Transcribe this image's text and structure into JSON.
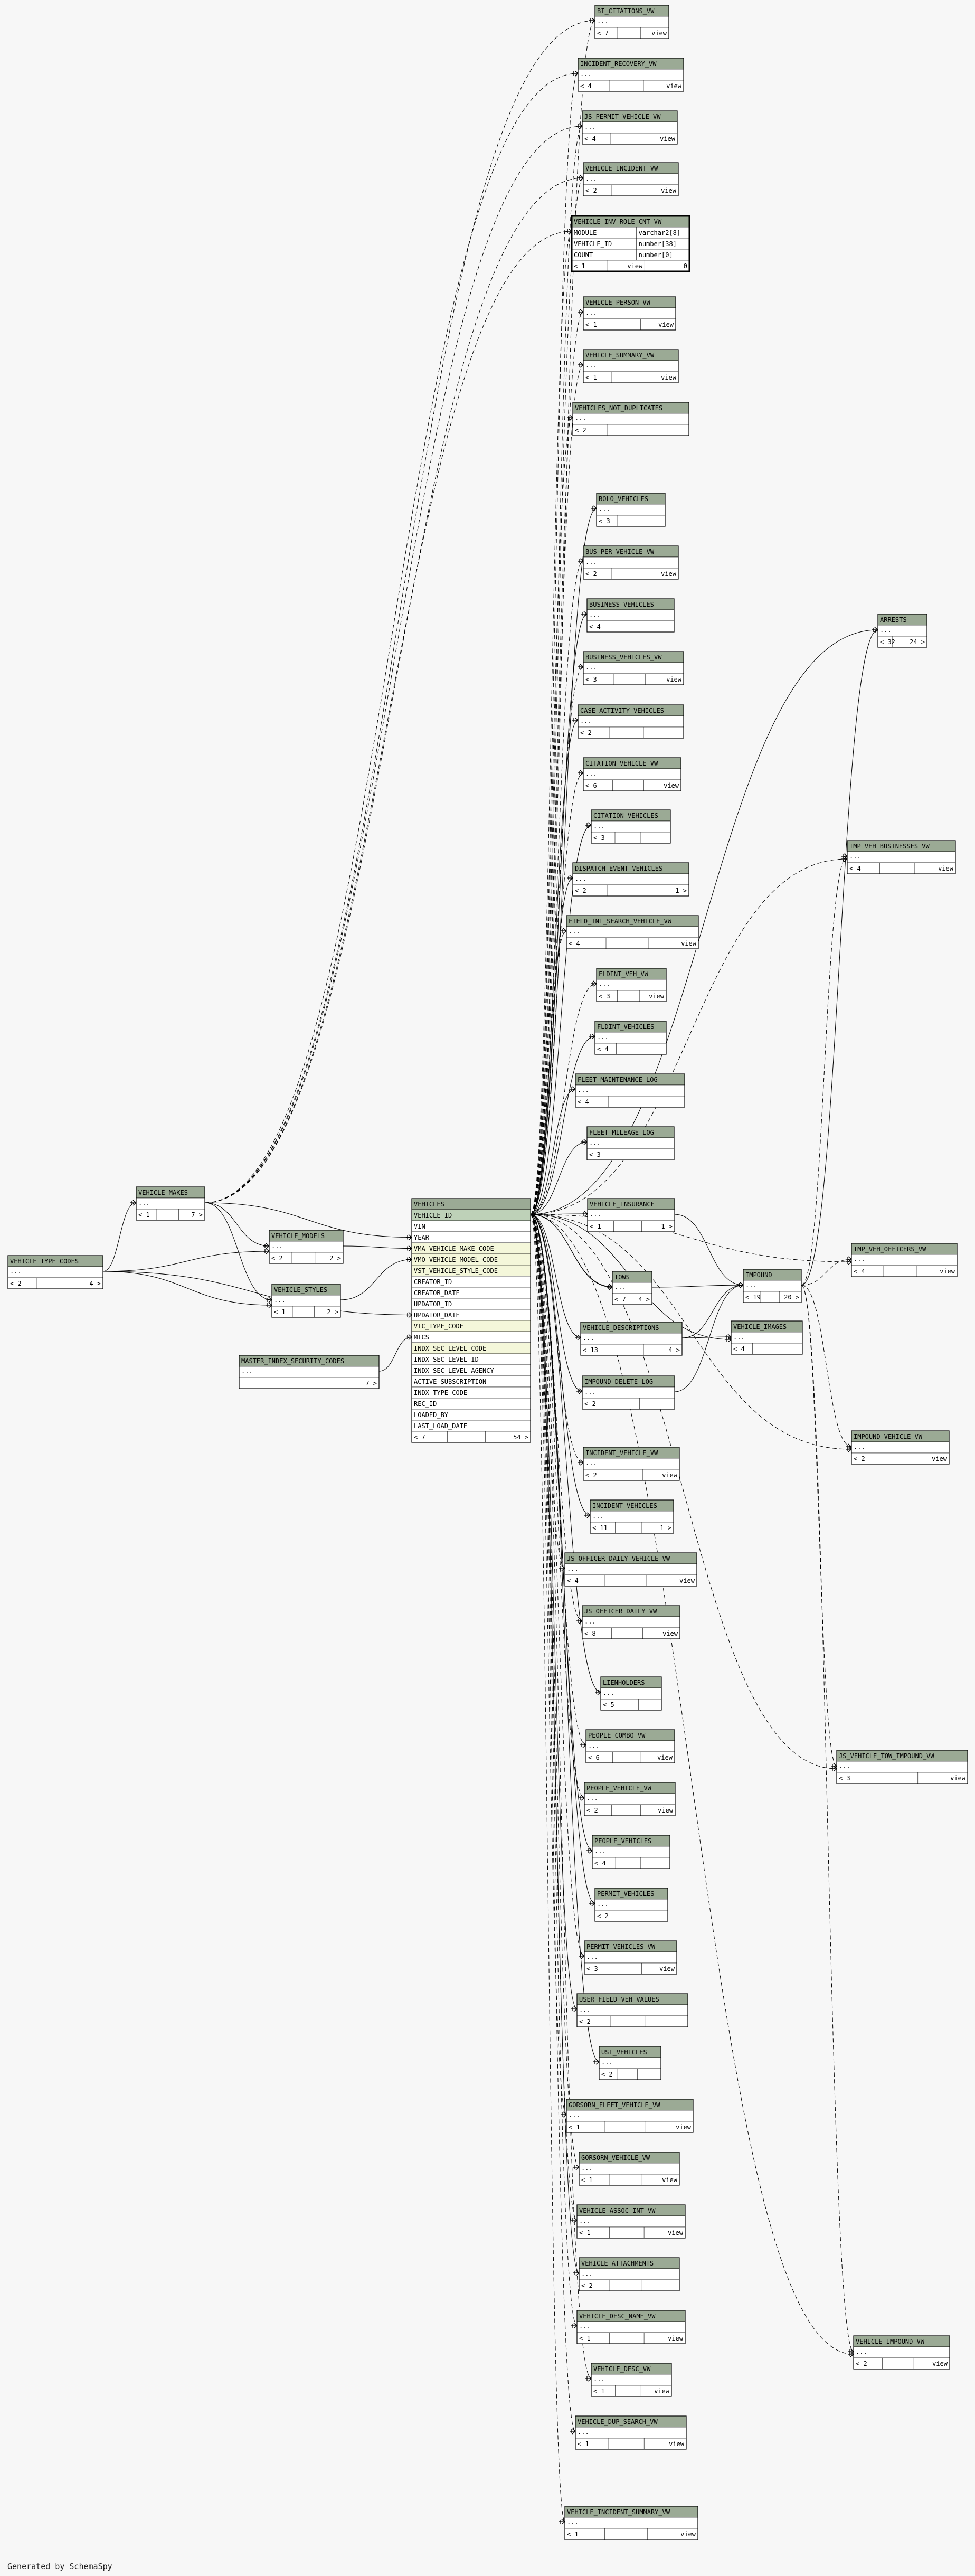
{
  "footer": "Generated by SchemaSpy",
  "colors": {
    "header_bg": "#9baa95",
    "key_row_bg": "#bed1b8",
    "fk_row_bg": "#f4f7da",
    "border": "#000000",
    "edge": "#000000",
    "background": "#f7f7f7"
  },
  "tables": {
    "BI_CITATIONS_VW": {
      "name": "BI_CITATIONS_VW",
      "rows": [
        "..."
      ],
      "footer": [
        "< 7",
        "",
        "view"
      ]
    },
    "INCIDENT_RECOVERY_VW": {
      "name": "INCIDENT_RECOVERY_VW",
      "rows": [
        "..."
      ],
      "footer": [
        "< 4",
        "",
        "view"
      ]
    },
    "JS_PERMIT_VEHICLE_VW": {
      "name": "JS_PERMIT_VEHICLE_VW",
      "rows": [
        "..."
      ],
      "footer": [
        "< 4",
        "",
        "view"
      ]
    },
    "VEHICLE_INCIDENT_VW": {
      "name": "VEHICLE_INCIDENT_VW",
      "rows": [
        "..."
      ],
      "footer": [
        "< 2",
        "",
        "view"
      ]
    },
    "VEHICLE_INV_ROLE_CNT_VW": {
      "name": "VEHICLE_INV_ROLE_CNT_VW",
      "cols": [
        [
          "MODULE",
          "varchar2[8]"
        ],
        [
          "VEHICLE_ID",
          "number[38]"
        ],
        [
          "COUNT",
          "number[0]"
        ]
      ],
      "footer": [
        "< 1",
        "view",
        "0"
      ]
    },
    "VEHICLE_PERSON_VW": {
      "name": "VEHICLE_PERSON_VW",
      "rows": [
        "..."
      ],
      "footer": [
        "< 1",
        "",
        "view"
      ]
    },
    "VEHICLE_SUMMARY_VW": {
      "name": "VEHICLE_SUMMARY_VW",
      "rows": [
        "..."
      ],
      "footer": [
        "< 1",
        "",
        "view"
      ]
    },
    "VEHICLES_NOT_DUPLICATES": {
      "name": "VEHICLES_NOT_DUPLICATES",
      "rows": [
        "..."
      ],
      "footer": [
        "< 2",
        "",
        ""
      ]
    },
    "BOLO_VEHICLES": {
      "name": "BOLO_VEHICLES",
      "rows": [
        "..."
      ],
      "footer": [
        "< 3",
        "",
        ""
      ]
    },
    "BUS_PER_VEHICLE_VW": {
      "name": "BUS_PER_VEHICLE_VW",
      "rows": [
        "..."
      ],
      "footer": [
        "< 2",
        "",
        "view"
      ]
    },
    "BUSINESS_VEHICLES": {
      "name": "BUSINESS_VEHICLES",
      "rows": [
        "..."
      ],
      "footer": [
        "< 4",
        "",
        ""
      ]
    },
    "BUSINESS_VEHICLES_VW": {
      "name": "BUSINESS_VEHICLES_VW",
      "rows": [
        "..."
      ],
      "footer": [
        "< 3",
        "",
        "view"
      ]
    },
    "CASE_ACTIVITY_VEHICLES": {
      "name": "CASE_ACTIVITY_VEHICLES",
      "rows": [
        "..."
      ],
      "footer": [
        "< 2",
        "",
        ""
      ]
    },
    "CITATION_VEHICLE_VW": {
      "name": "CITATION_VEHICLE_VW",
      "rows": [
        "..."
      ],
      "footer": [
        "< 6",
        "",
        "view"
      ]
    },
    "CITATION_VEHICLES": {
      "name": "CITATION_VEHICLES",
      "rows": [
        "..."
      ],
      "footer": [
        "< 3",
        "",
        ""
      ]
    },
    "DISPATCH_EVENT_VEHICLES": {
      "name": "DISPATCH_EVENT_VEHICLES",
      "rows": [
        "..."
      ],
      "footer": [
        "< 2",
        "",
        "1 >"
      ]
    },
    "FIELD_INT_SEARCH_VEHICLE_VW": {
      "name": "FIELD_INT_SEARCH_VEHICLE_VW",
      "rows": [
        "..."
      ],
      "footer": [
        "< 4",
        "",
        "view"
      ]
    },
    "FLDINT_VEH_VW": {
      "name": "FLDINT_VEH_VW",
      "rows": [
        "..."
      ],
      "footer": [
        "< 3",
        "",
        "view"
      ]
    },
    "FLDINT_VEHICLES": {
      "name": "FLDINT_VEHICLES",
      "rows": [
        "..."
      ],
      "footer": [
        "< 4",
        "",
        ""
      ]
    },
    "FLEET_MAINTENANCE_LOG": {
      "name": "FLEET_MAINTENANCE_LOG",
      "rows": [
        "..."
      ],
      "footer": [
        "< 4",
        "",
        ""
      ]
    },
    "FLEET_MILEAGE_LOG": {
      "name": "FLEET_MILEAGE_LOG",
      "rows": [
        "..."
      ],
      "footer": [
        "< 3",
        "",
        ""
      ]
    },
    "VEHICLE_INSURANCE": {
      "name": "VEHICLE_INSURANCE",
      "rows": [
        "..."
      ],
      "footer": [
        "< 1",
        "",
        "1 >"
      ]
    },
    "TOWS": {
      "name": "TOWS",
      "rows": [
        "..."
      ],
      "footer": [
        "< 7",
        "",
        "4 >"
      ]
    },
    "VEHICLE_DESCRIPTIONS": {
      "name": "VEHICLE_DESCRIPTIONS",
      "rows": [
        "..."
      ],
      "footer": [
        "< 13",
        "",
        "4 >"
      ]
    },
    "IMPOUND_DELETE_LOG": {
      "name": "IMPOUND_DELETE_LOG",
      "rows": [
        "..."
      ],
      "footer": [
        "< 2",
        "",
        ""
      ]
    },
    "INCIDENT_VEHICLE_VW": {
      "name": "INCIDENT_VEHICLE_VW",
      "rows": [
        "..."
      ],
      "footer": [
        "< 2",
        "",
        "view"
      ]
    },
    "INCIDENT_VEHICLES": {
      "name": "INCIDENT_VEHICLES",
      "rows": [
        "..."
      ],
      "footer": [
        "< 11",
        "",
        "1 >"
      ]
    },
    "JS_OFFICER_DAILY_VEHICLE_VW": {
      "name": "JS_OFFICER_DAILY_VEHICLE_VW",
      "rows": [
        "..."
      ],
      "footer": [
        "< 4",
        "",
        "view"
      ]
    },
    "JS_OFFICER_DAILY_VW": {
      "name": "JS_OFFICER_DAILY_VW",
      "rows": [
        "..."
      ],
      "footer": [
        "< 8",
        "",
        "view"
      ]
    },
    "LIENHOLDERS": {
      "name": "LIENHOLDERS",
      "rows": [
        "..."
      ],
      "footer": [
        "< 5",
        "",
        ""
      ]
    },
    "PEOPLE_COMBO_VW": {
      "name": "PEOPLE_COMBO_VW",
      "rows": [
        "..."
      ],
      "footer": [
        "< 6",
        "",
        "view"
      ]
    },
    "PEOPLE_VEHICLE_VW": {
      "name": "PEOPLE_VEHICLE_VW",
      "rows": [
        "..."
      ],
      "footer": [
        "< 2",
        "",
        "view"
      ]
    },
    "PEOPLE_VEHICLES": {
      "name": "PEOPLE_VEHICLES",
      "rows": [
        "..."
      ],
      "footer": [
        "< 4",
        "",
        ""
      ]
    },
    "PERMIT_VEHICLES": {
      "name": "PERMIT_VEHICLES",
      "rows": [
        "..."
      ],
      "footer": [
        "< 2",
        "",
        ""
      ]
    },
    "PERMIT_VEHICLES_VW": {
      "name": "PERMIT_VEHICLES_VW",
      "rows": [
        "..."
      ],
      "footer": [
        "< 3",
        "",
        "view"
      ]
    },
    "USER_FIELD_VEH_VALUES": {
      "name": "USER_FIELD_VEH_VALUES",
      "rows": [
        "..."
      ],
      "footer": [
        "< 2",
        "",
        ""
      ]
    },
    "USI_VEHICLES": {
      "name": "USI_VEHICLES",
      "rows": [
        "..."
      ],
      "footer": [
        "< 2",
        "",
        ""
      ]
    },
    "VEHICLE_ATTACHMENTS": {
      "name": "VEHICLE_ATTACHMENTS",
      "rows": [
        "..."
      ],
      "footer": [
        "< 2",
        "",
        ""
      ]
    },
    "VEHICLE_DESC_NAME_VW": {
      "name": "VEHICLE_DESC_NAME_VW",
      "rows": [
        "..."
      ],
      "footer": [
        "< 1",
        "",
        "view"
      ]
    },
    "VEHICLE_DESC_VW": {
      "name": "VEHICLE_DESC_VW",
      "rows": [
        "..."
      ],
      "footer": [
        "< 1",
        "",
        "view"
      ]
    },
    "VEHICLE_DUP_SEARCH_VW": {
      "name": "VEHICLE_DUP_SEARCH_VW",
      "rows": [
        "..."
      ],
      "footer": [
        "< 1",
        "",
        "view"
      ]
    },
    "VEHICLE_INCIDENT_SUMMARY_VW": {
      "name": "VEHICLE_INCIDENT_SUMMARY_VW",
      "rows": [
        "..."
      ],
      "footer": [
        "< 1",
        "",
        "view"
      ]
    },
    "VEHICLE_MAKES": {
      "name": "VEHICLE_MAKES",
      "rows": [
        "..."
      ],
      "footer": [
        "< 1",
        "",
        "7 >"
      ]
    },
    "VEHICLE_MODELS": {
      "name": "VEHICLE_MODELS",
      "rows": [
        "..."
      ],
      "footer": [
        "< 2",
        "",
        "2 >"
      ]
    },
    "VEHICLE_STYLES": {
      "name": "VEHICLE_STYLES",
      "rows": [
        "..."
      ],
      "footer": [
        "< 1",
        "",
        "2 >"
      ]
    },
    "VEHICLE_TYPE_CODES": {
      "name": "VEHICLE_TYPE_CODES",
      "rows": [
        "..."
      ],
      "footer": [
        "< 2",
        "",
        "4 >"
      ]
    },
    "MASTER_INDEX_SECURITY_CODES": {
      "name": "MASTER_INDEX_SECURITY_CODES",
      "rows": [
        "..."
      ],
      "footer": [
        "",
        "",
        "7 >"
      ]
    },
    "ARRESTS": {
      "name": "ARRESTS",
      "rows": [
        "..."
      ],
      "footer": [
        "< 32",
        "",
        "24 >"
      ]
    },
    "IMP_VEH_BUSINESSES_VW": {
      "name": "IMP_VEH_BUSINESSES_VW",
      "rows": [
        "..."
      ],
      "footer": [
        "< 4",
        "",
        "view"
      ]
    },
    "IMPOUND": {
      "name": "IMPOUND",
      "rows": [
        "..."
      ],
      "footer": [
        "< 19",
        "",
        "20 >"
      ]
    },
    "VEHICLE_IMAGES": {
      "name": "VEHICLE_IMAGES",
      "rows": [
        "..."
      ],
      "footer": [
        "< 4",
        "",
        ""
      ]
    },
    "IMP_VEH_OFFICERS_VW": {
      "name": "IMP_VEH_OFFICERS_VW",
      "rows": [
        "..."
      ],
      "footer": [
        "< 4",
        "",
        "view"
      ]
    },
    "IMPOUND_VEHICLE_VW": {
      "name": "IMPOUND_VEHICLE_VW",
      "rows": [
        "..."
      ],
      "footer": [
        "< 2",
        "",
        "view"
      ]
    },
    "JS_VEHICLE_TOW_IMPOUND_VW": {
      "name": "JS_VEHICLE_TOW_IMPOUND_VW",
      "rows": [
        "..."
      ],
      "footer": [
        "< 3",
        "",
        "view"
      ]
    },
    "VEHICLE_IMPOUND_VW": {
      "name": "VEHICLE_IMPOUND_VW",
      "rows": [
        "..."
      ],
      "footer": [
        "< 2",
        "",
        "view"
      ]
    },
    "GORSORN_FLEET_VEHICLE_VW": {
      "name": "GORSORN_FLEET_VEHICLE_VW",
      "rows": [
        "..."
      ],
      "footer": [
        "< 1",
        "",
        "view"
      ]
    },
    "GORSORN_VEHICLE_VW": {
      "name": "GORSORN_VEHICLE_VW",
      "rows": [
        "..."
      ],
      "footer": [
        "< 1",
        "",
        "view"
      ]
    },
    "VEHICLE_ASSOC_INT_VW": {
      "name": "VEHICLE_ASSOC_INT_VW",
      "rows": [
        "..."
      ],
      "footer": [
        "< 1",
        "",
        "view"
      ]
    },
    "VEHICLES": {
      "name": "VEHICLES",
      "columns": [
        "VEHICLE_ID",
        "VIN",
        "YEAR",
        "VMA_VEHICLE_MAKE_CODE",
        "VMO_VEHICLE_MODEL_CODE",
        "VST_VEHICLE_STYLE_CODE",
        "CREATOR_ID",
        "CREATOR_DATE",
        "UPDATOR_ID",
        "UPDATOR_DATE",
        "VTC_TYPE_CODE",
        "MICS",
        "INDX_SEC_LEVEL_CODE",
        "INDX_SEC_LEVEL_ID",
        "INDX_SEC_LEVEL_AGENCY",
        "ACTIVE_SUBSCRIPTION",
        "INDX_TYPE_CODE",
        "REC_ID",
        "LOADED_BY",
        "LAST_LOAD_DATE"
      ],
      "key_cols": [
        "VEHICLE_ID"
      ],
      "fk_cols": [
        "VMA_VEHICLE_MAKE_CODE",
        "VMO_VEHICLE_MODEL_CODE",
        "VST_VEHICLE_STYLE_CODE",
        "VTC_TYPE_CODE",
        "INDX_SEC_LEVEL_CODE"
      ],
      "footer": [
        "< 7",
        "",
        "54 >"
      ]
    }
  }
}
